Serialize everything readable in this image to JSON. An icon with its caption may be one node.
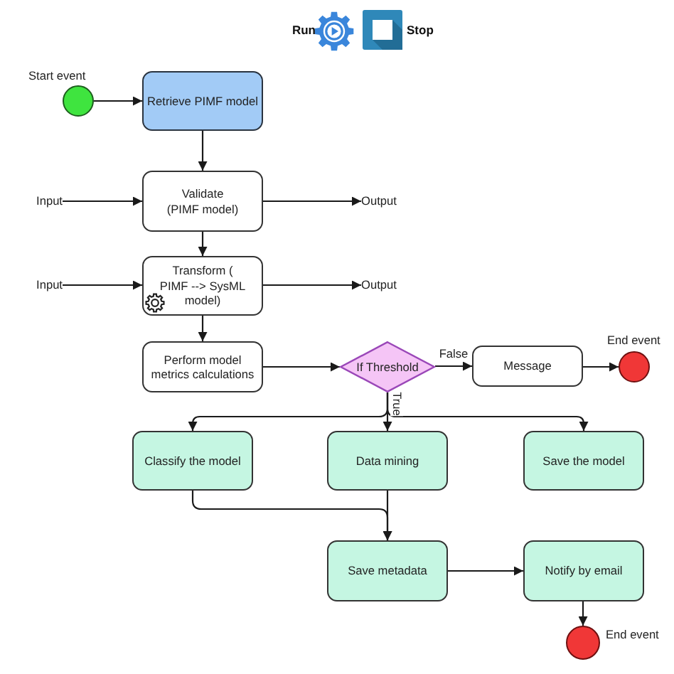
{
  "diagram": {
    "nodes": [
      {
        "text": [],
        "shape": "circle",
        "beside": [
          "Start event"
        ]
      },
      {
        "text": [
          "Retrieve PIMF model"
        ]
      },
      {
        "text": [
          "Input"
        ]
      },
      {
        "text": [
          "Validate (PIMF model)"
        ]
      },
      {
        "text": [
          "Output"
        ]
      },
      {
        "text": [
          "Input"
        ]
      },
      {
        "text": [
          "Transform ( PIMF --> SysML model)"
        ]
      },
      {
        "text": [
          "Output"
        ]
      },
      {
        "text": [
          "Perform model metrics calculations"
        ]
      },
      {
        "text": [
          "If Threshold"
        ]
      },
      {
        "text": [
          "Message"
        ]
      },
      {
        "text": [],
        "shape": "circle",
        "beside": [
          "End event"
        ]
      },
      {
        "text": [
          "Classify the model"
        ]
      },
      {
        "text": [
          "Data mining"
        ]
      },
      {
        "text": [
          "Save the model"
        ]
      },
      {
        "text": [
          "Save metadata"
        ]
      },
      {
        "text": [
          "Notify by email"
        ]
      },
      {
        "text": [],
        "shape": "circle",
        "beside": [
          "End event"
        ]
      }
    ],
    "edges": [
      {
        "from": 0,
        "to": 1,
        "arrow": "to"
      },
      {
        "from": 1,
        "to": 3,
        "arrow": "to"
      },
      {
        "from": 2,
        "to": 3,
        "arrow": "to"
      },
      {
        "from": 3,
        "to": 4,
        "arrow": "to"
      },
      {
        "from": 3,
        "to": 6,
        "arrow": "to"
      },
      {
        "from": 5,
        "to": 6,
        "arrow": "to"
      },
      {
        "from": 6,
        "to": 7,
        "arrow": "to"
      },
      {
        "from": 6,
        "to": 8,
        "arrow": "to"
      },
      {
        "from": 8,
        "to": 9,
        "arrow": "to"
      },
      {
        "from": 9,
        "to": 10,
        "arrow": "to",
        "label": "False"
      },
      {
        "from": 10,
        "to": 11,
        "arrow": "to"
      },
      {
        "from": 9,
        "to": 12,
        "arrow": "to"
      },
      {
        "from": 9,
        "to": 13,
        "arrow": "to",
        "label": "True"
      },
      {
        "from": 9,
        "to": 14,
        "arrow": "to"
      },
      {
        "from": 12,
        "to": 15,
        "arrow": "to"
      },
      {
        "from": 13,
        "to": 15,
        "arrow": "to"
      },
      {
        "from": 15,
        "to": 16,
        "arrow": "to"
      },
      {
        "from": 16,
        "to": 17,
        "arrow": "to"
      }
    ],
    "labels": [
      "Run",
      "Stop"
    ]
  }
}
